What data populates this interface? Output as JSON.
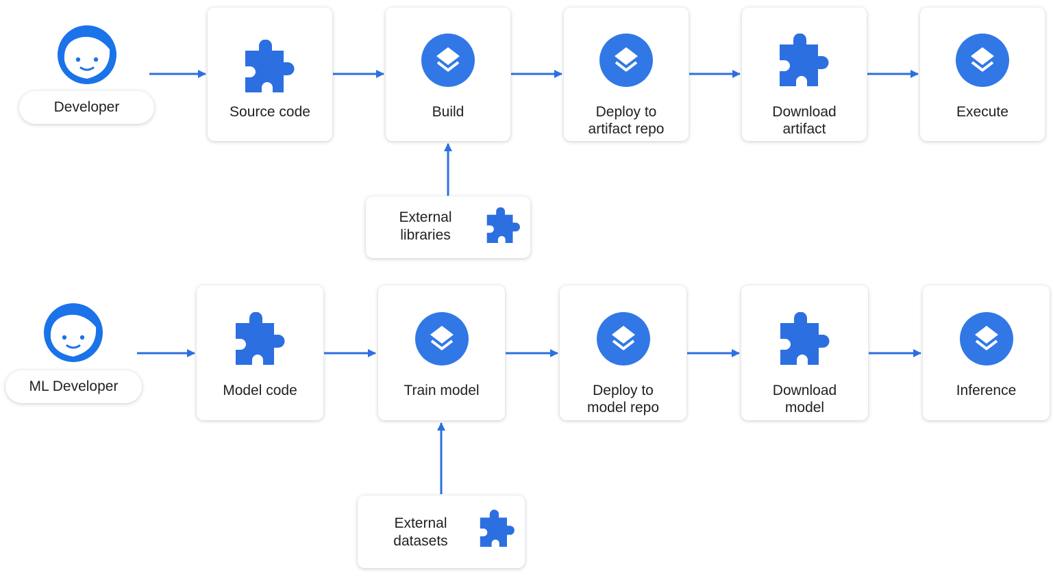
{
  "colors": {
    "accent": "#2c6fe0",
    "icon_blue": "#3178e6",
    "card_bg": "#ffffff",
    "text": "#202124"
  },
  "row1": {
    "actor": {
      "label": "Developer",
      "icon": "person-face-icon"
    },
    "steps": [
      {
        "label": "Source code",
        "icon": "puzzle-piece-icon"
      },
      {
        "label": "Build",
        "icon": "layers-icon"
      },
      {
        "label": "Deploy to\nartifact repo",
        "icon": "layers-icon"
      },
      {
        "label": "Download\nartifact",
        "icon": "puzzle-piece-icon"
      },
      {
        "label": "Execute",
        "icon": "layers-icon"
      }
    ],
    "input": {
      "label": "External\nlibraries",
      "icon": "puzzle-piece-icon",
      "feeds": "Build"
    }
  },
  "row2": {
    "actor": {
      "label": "ML Developer",
      "icon": "person-face-icon"
    },
    "steps": [
      {
        "label": "Model code",
        "icon": "puzzle-piece-icon"
      },
      {
        "label": "Train model",
        "icon": "layers-icon"
      },
      {
        "label": "Deploy to\nmodel repo",
        "icon": "layers-icon"
      },
      {
        "label": "Download\nmodel",
        "icon": "puzzle-piece-icon"
      },
      {
        "label": "Inference",
        "icon": "layers-icon"
      }
    ],
    "input": {
      "label": "External\ndatasets",
      "icon": "puzzle-piece-icon",
      "feeds": "Train model"
    }
  }
}
